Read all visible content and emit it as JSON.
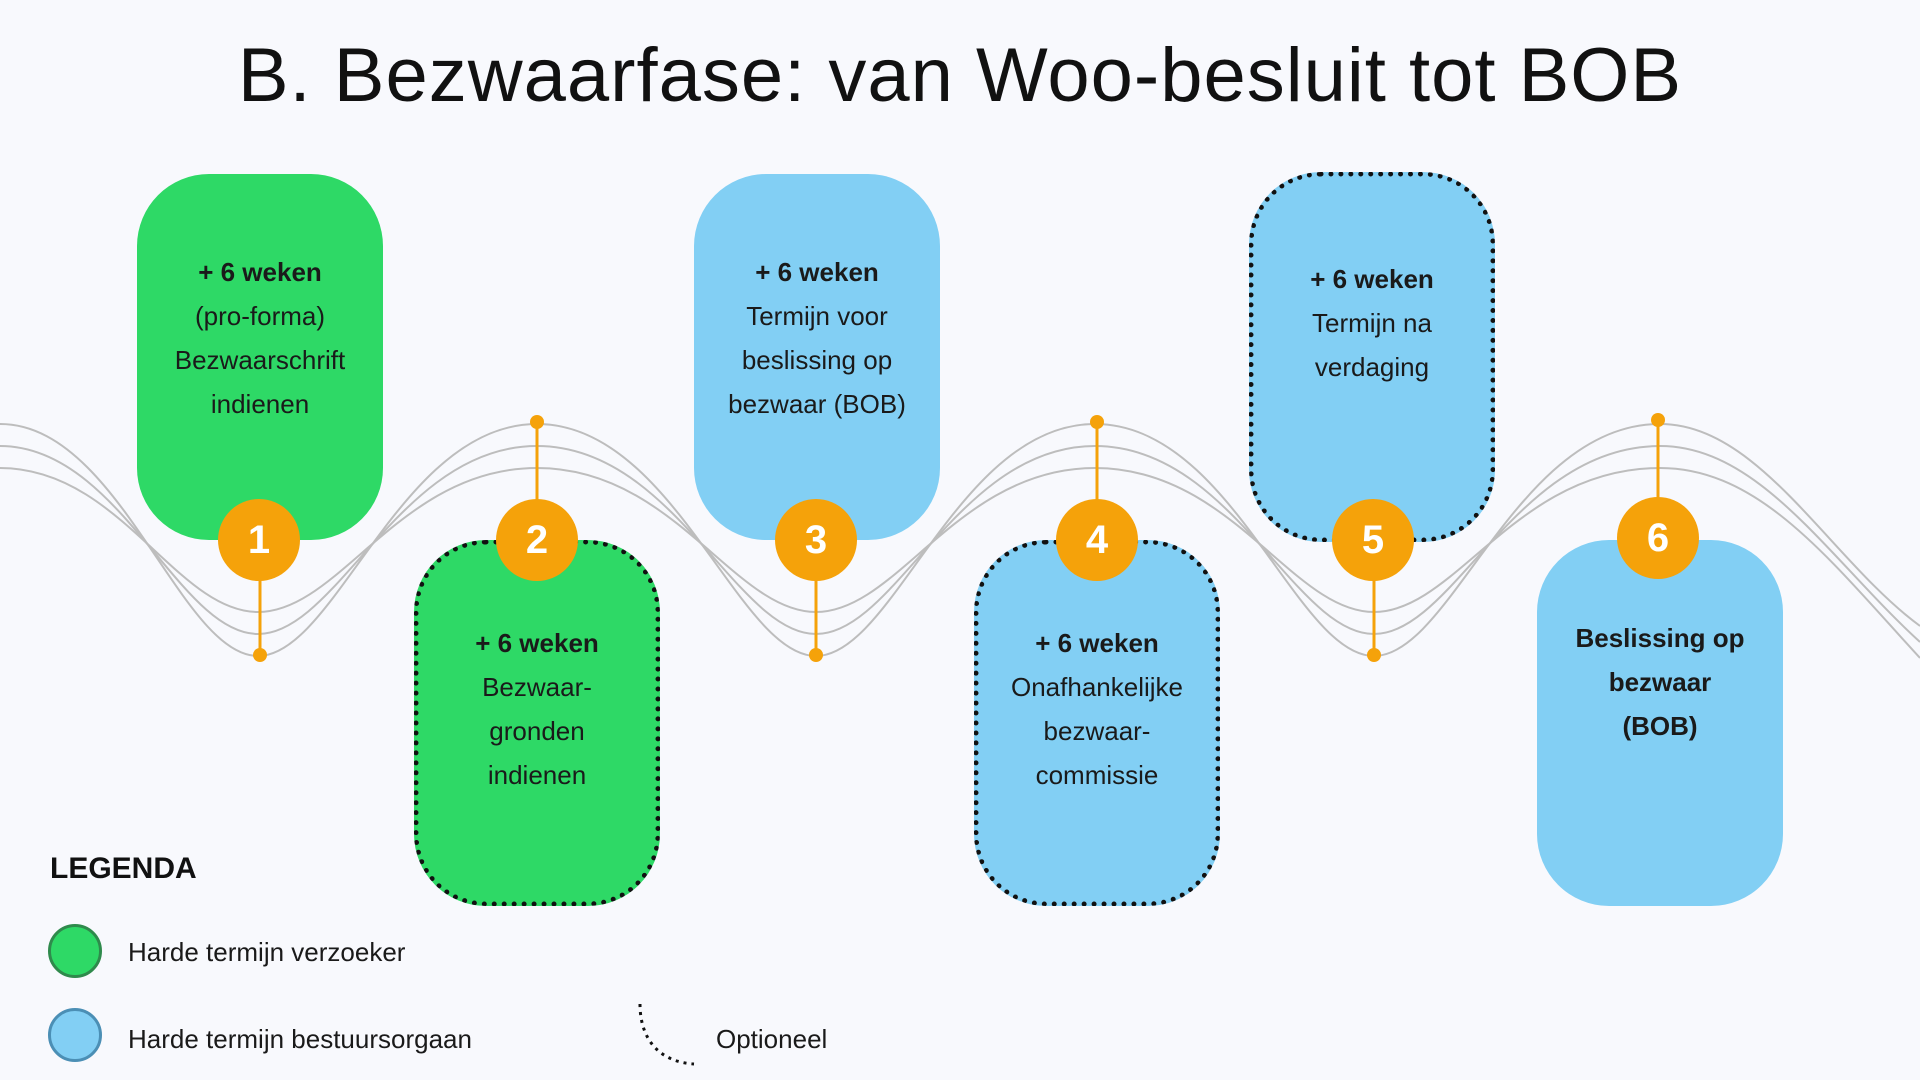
{
  "title": "B. Bezwaarfase: van Woo-besluit tot BOB",
  "colors": {
    "green": "#2ed966",
    "blue": "#82cff4",
    "orange": "#f5a20a",
    "wave": "#bdbdbd"
  },
  "steps": [
    {
      "number": "1",
      "color": "green",
      "optional": false,
      "lines": [
        "+ 6 weken",
        "(pro-forma)",
        "Bezwaarschrift",
        "indienen"
      ]
    },
    {
      "number": "2",
      "color": "green",
      "optional": true,
      "lines": [
        "+ 6 weken",
        "Bezwaar-",
        "gronden",
        "indienen"
      ]
    },
    {
      "number": "3",
      "color": "blue",
      "optional": false,
      "lines": [
        "+ 6 weken",
        "Termijn voor",
        "beslissing op",
        "bezwaar (BOB)"
      ]
    },
    {
      "number": "4",
      "color": "blue",
      "optional": true,
      "lines": [
        "+ 6 weken",
        "Onafhankelijke",
        "bezwaar-",
        "commissie"
      ]
    },
    {
      "number": "5",
      "color": "blue",
      "optional": true,
      "lines": [
        "+ 6 weken",
        "Termijn na",
        "verdaging"
      ]
    },
    {
      "number": "6",
      "color": "blue",
      "optional": false,
      "lines": [
        "Beslissing op",
        "bezwaar",
        "(BOB)"
      ]
    }
  ],
  "legend": {
    "title": "LEGENDA",
    "green_label": "Harde termijn verzoeker",
    "blue_label": "Harde termijn bestuursorgaan",
    "optional_label": "Optioneel"
  }
}
